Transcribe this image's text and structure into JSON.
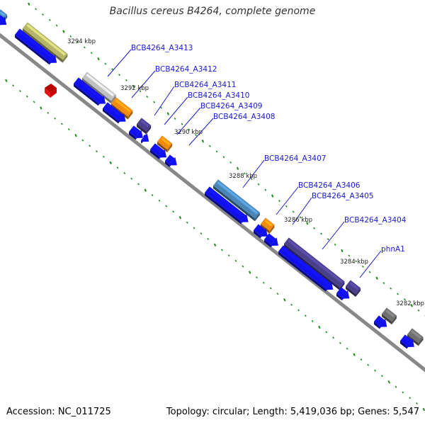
{
  "title": "Bacillus cereus B4264, complete genome",
  "footer": {
    "accession": "Accession: NC_011725",
    "summary": "Topology: circular; Length: 5,419,036 bp; Genes: 5,547"
  },
  "ticks": [
    "3294 kbp",
    "3292 kbp",
    "3290 kbp",
    "3288 kbp",
    "3286 kbp",
    "3284 kbp",
    "3282 kbp"
  ],
  "genes": [
    "BCB4264_A3413",
    "BCB4264_A3412",
    "BCB4264_A3411",
    "BCB4264_A3410",
    "BCB4264_A3409",
    "BCB4264_A3408",
    "BCB4264_A3407",
    "BCB4264_A3406",
    "BCB4264_A3405",
    "BCB4264_A3404",
    "phnA1"
  ],
  "colors": {
    "cds": "#1010ee",
    "backbone": "#888888",
    "tick": "#1a8a1a",
    "label": "#1a1ad0",
    "olive": "#b5b56a",
    "grey": "#c0c0c0",
    "orange": "#f08a10",
    "purple": "#4a3f8a",
    "steel": "#4a86b8",
    "darkgrey": "#707070",
    "red": "#ee1111"
  }
}
